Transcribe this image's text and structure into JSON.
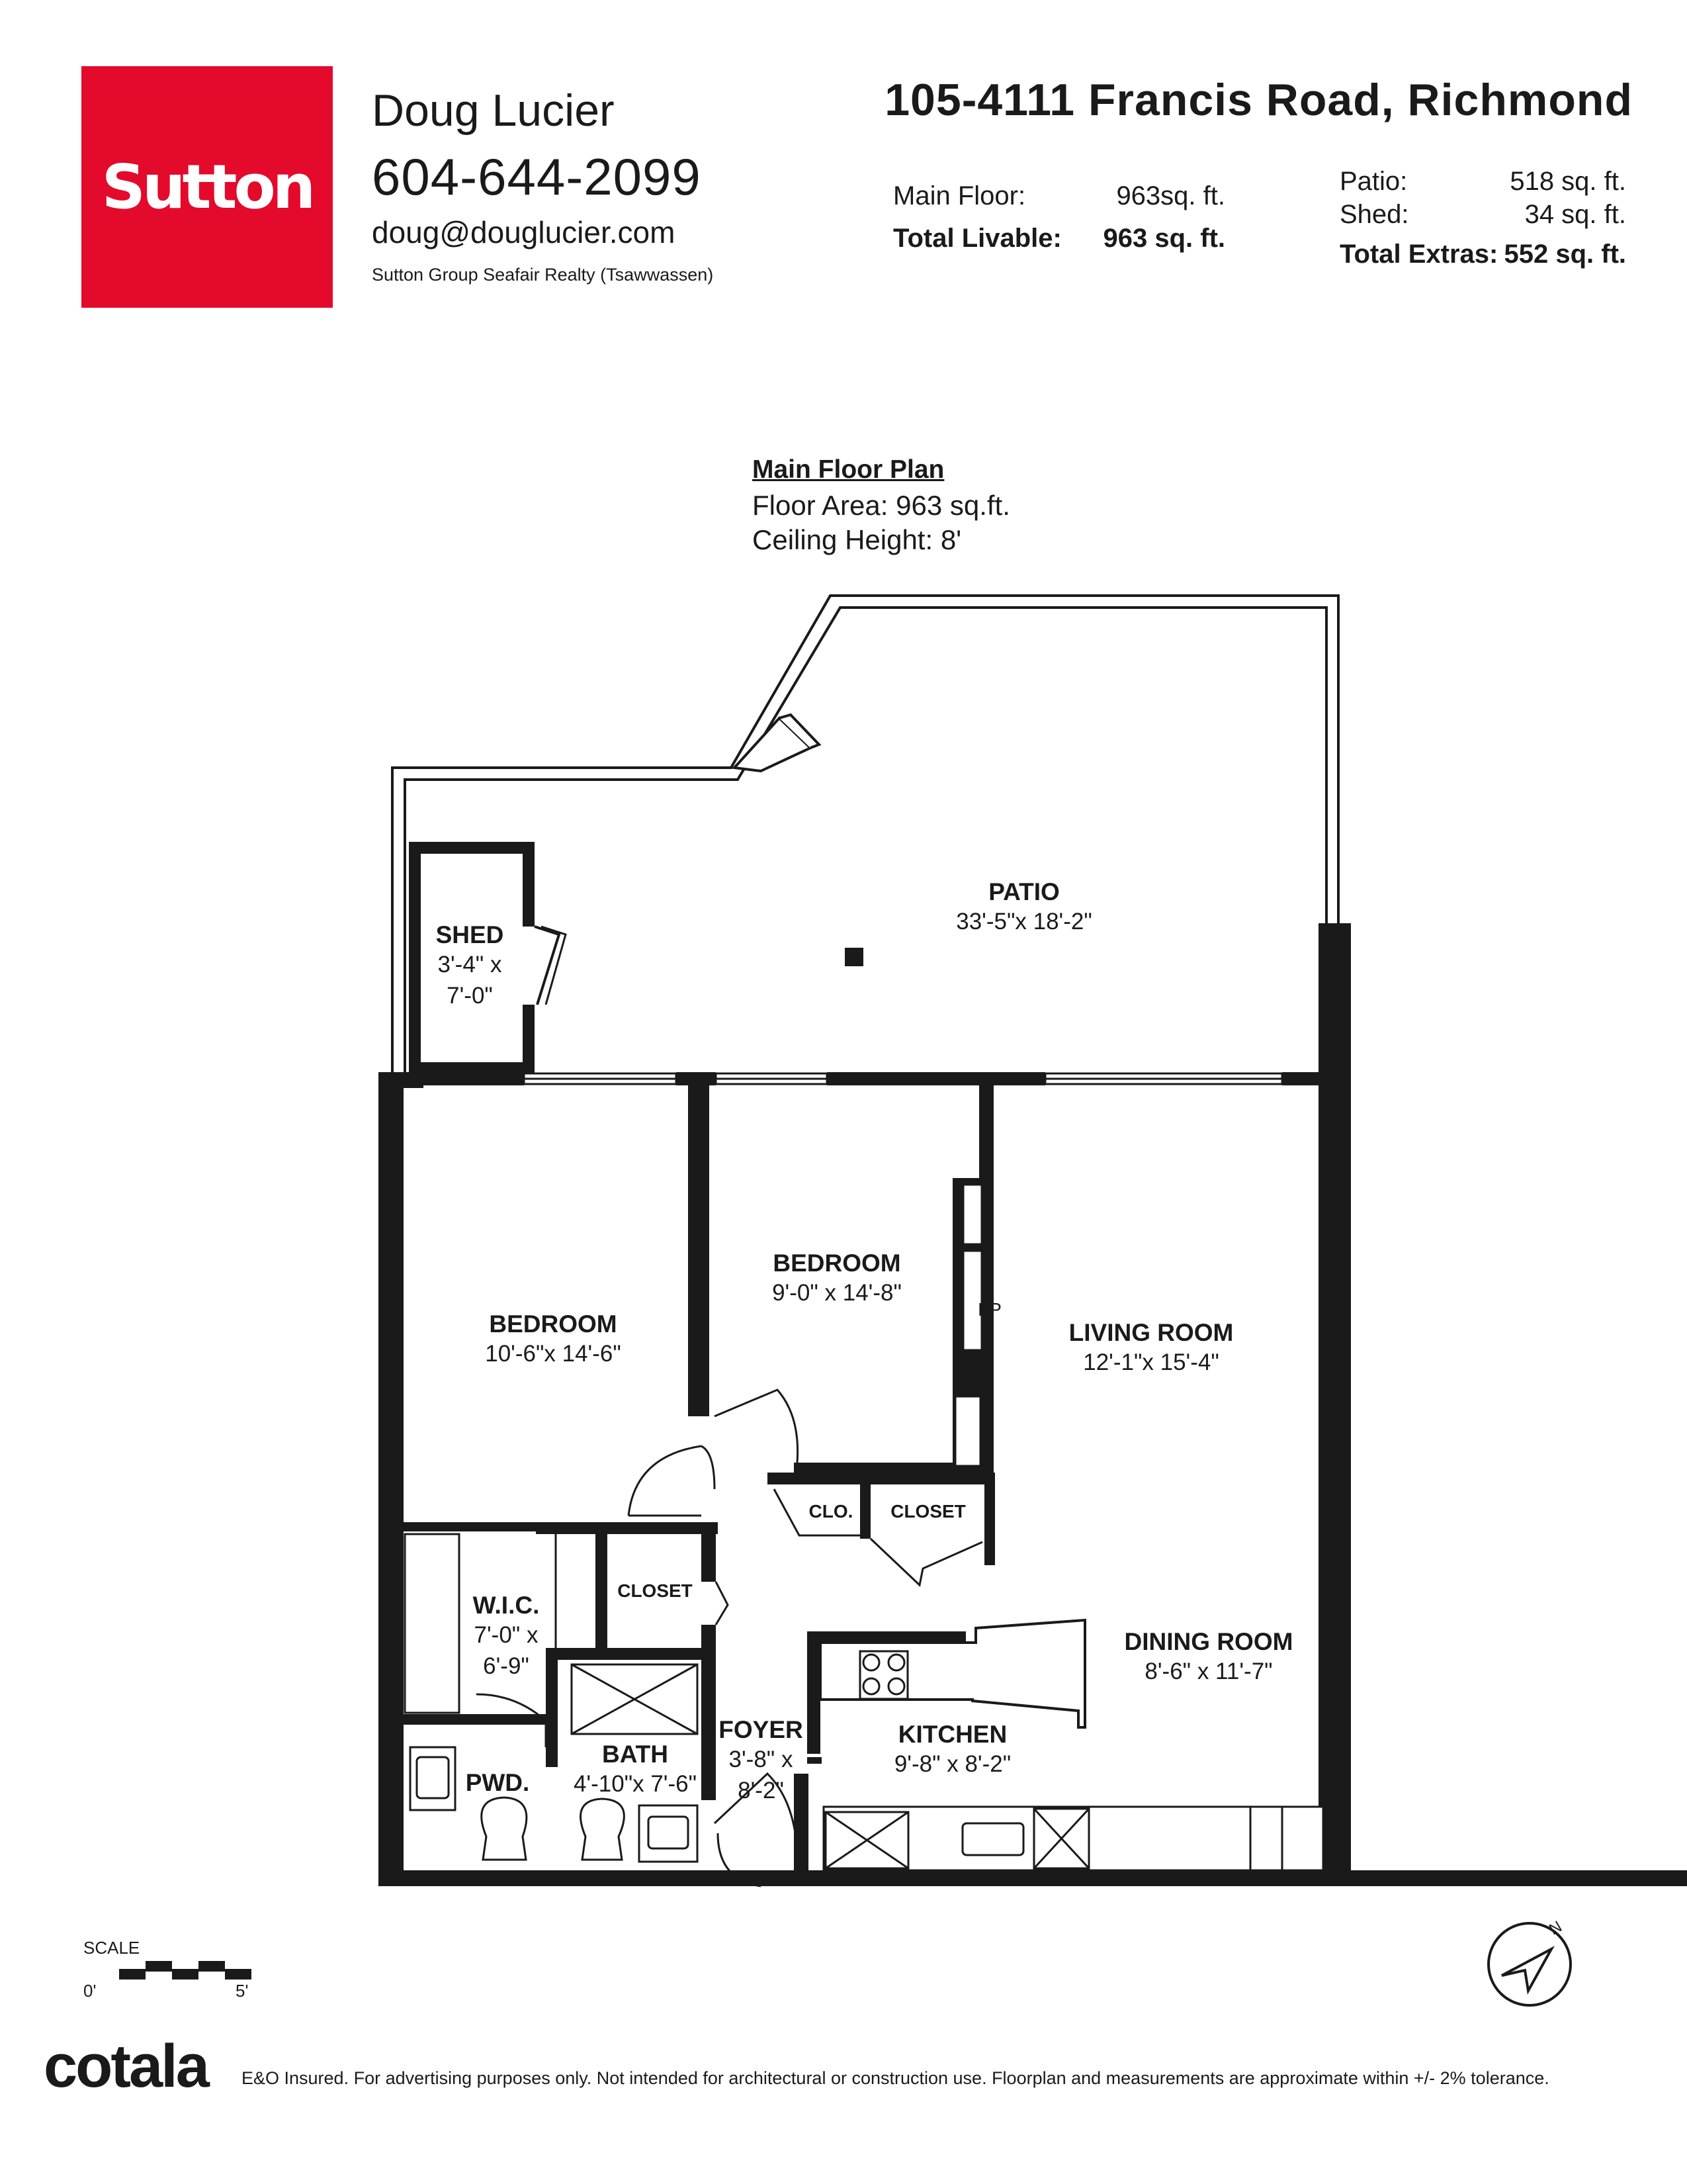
{
  "brand": {
    "logo_text": "Sutton",
    "logo_color": "#e30a2c"
  },
  "agent": {
    "name": "Doug Lucier",
    "phone": "604-644-2099",
    "email": "doug@douglucier.com",
    "brokerage": "Sutton Group Seafair Realty (Tsawwassen)"
  },
  "property": {
    "address": "105-4111 Francis Road, Richmond",
    "areas_left": [
      {
        "label": "Main Floor:",
        "value": "963sq. ft.",
        "bold": false
      },
      {
        "label": "Total Livable:",
        "value": "963 sq. ft.",
        "bold": true
      }
    ],
    "areas_right": [
      {
        "label": "Patio:",
        "value": "518 sq. ft.",
        "bold": false
      },
      {
        "label": "Shed:",
        "value": "34 sq. ft.",
        "bold": false
      },
      {
        "label": "Total Extras:",
        "value": "552 sq. ft.",
        "bold": true
      }
    ]
  },
  "plan": {
    "title": "Main Floor Plan",
    "floor_area": "Floor Area: 963 sq.ft.",
    "ceiling_height": "Ceiling Height: 8'",
    "rooms": [
      {
        "name": "PATIO",
        "dims": [
          "33'-5\"x 18'-2\""
        ]
      },
      {
        "name": "SHED",
        "dims": [
          "3'-4\" x",
          "7'-0\""
        ]
      },
      {
        "name": "BEDROOM",
        "dims": [
          "10'-6\"x 14'-6\""
        ]
      },
      {
        "name": "BEDROOM",
        "dims": [
          "9'-0\" x 14'-8\""
        ]
      },
      {
        "name": "LIVING ROOM",
        "dims": [
          "12'-1\"x 15'-4\""
        ]
      },
      {
        "name": "DINING ROOM",
        "dims": [
          "8'-6\" x 11'-7\""
        ]
      },
      {
        "name": "KITCHEN",
        "dims": [
          "9'-8\" x 8'-2\""
        ]
      },
      {
        "name": "FOYER",
        "dims": [
          "3'-8\" x",
          "8'-2\""
        ]
      },
      {
        "name": "BATH",
        "dims": [
          "4'-10\"x 7'-6\""
        ]
      },
      {
        "name": "W.I.C.",
        "dims": [
          "7'-0\" x",
          "6'-9\""
        ]
      },
      {
        "name": "PWD.",
        "dims": []
      }
    ],
    "small_labels": [
      "CLO.",
      "CLOSET",
      "CLOSET",
      "FP"
    ]
  },
  "scale": {
    "label": "SCALE",
    "start": "0'",
    "end": "5'"
  },
  "compass": {
    "north_label": "N"
  },
  "footer": {
    "logo": "cotala",
    "disclaimer": "E&O Insured. For advertising purposes only. Not intended for architectural or construction use. Floorplan and measurements are approximate within +/- 2% tolerance."
  }
}
